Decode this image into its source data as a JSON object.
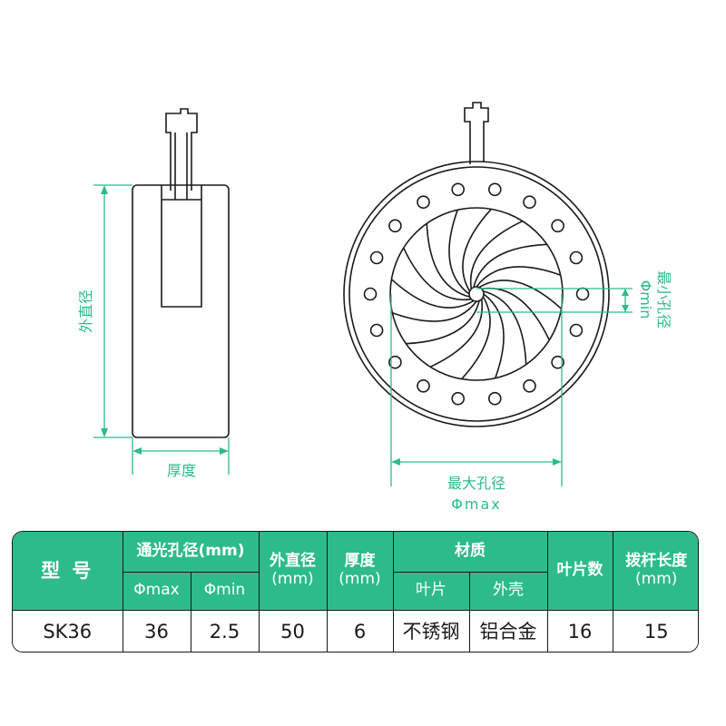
{
  "labels": {
    "outer_diameter": "外直径",
    "thickness": "厚度",
    "min_aperture": "最小孔径",
    "min_symbol": "Φmin",
    "max_aperture": "最大孔径",
    "max_symbol": "Φmax"
  },
  "colors": {
    "accent": "#2dbb8c",
    "line": "#1a1a1a",
    "header_text": "#ffffff"
  },
  "table": {
    "headers": {
      "model": "型 号",
      "aperture": "通光孔径(mm)",
      "max": "Φmax",
      "min": "Φmin",
      "outer_diameter": "外直径",
      "outer_diameter_unit": "(mm)",
      "thickness": "厚度",
      "thickness_unit": "(mm)",
      "material": "材质",
      "blade": "叶片",
      "shell": "外壳",
      "blade_count": "叶片数",
      "lever_length": "拨杆长度",
      "lever_length_unit": "(mm)"
    },
    "row": {
      "model": "SK36",
      "max": "36",
      "min": "2.5",
      "outer_diameter": "50",
      "thickness": "6",
      "blade_material": "不锈钢",
      "shell_material": "铝合金",
      "blade_count": "16",
      "lever_length": "15"
    }
  }
}
